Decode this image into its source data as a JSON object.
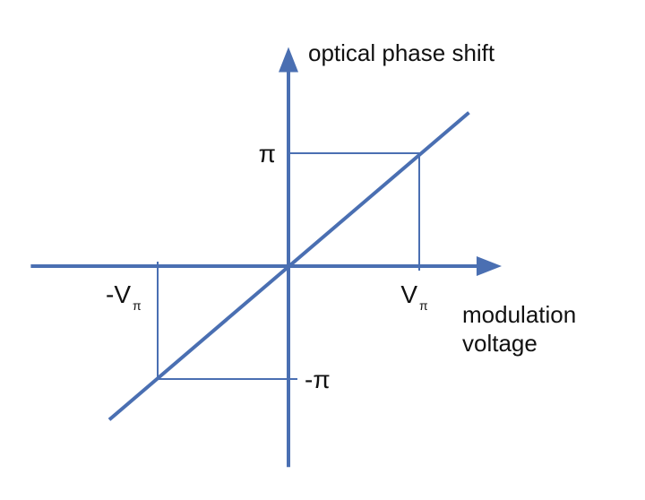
{
  "chart_data": {
    "type": "line",
    "ylabel": "optical phase shift",
    "xlabel_lines": [
      "modulation",
      "voltage"
    ],
    "xlim": [
      -1.97,
      1.63
    ],
    "ylim": [
      -1.78,
      1.94
    ],
    "x_ticks": [
      {
        "value": -1,
        "main": "-V",
        "sub": "π"
      },
      {
        "value": 1,
        "main": "V",
        "sub": "π"
      }
    ],
    "y_ticks": [
      {
        "value": 1,
        "label": "π"
      },
      {
        "value": -1,
        "label": "-π"
      }
    ],
    "series": [
      {
        "x": [
          -1.37,
          1.38
        ],
        "y": [
          -1.36,
          1.36
        ]
      }
    ],
    "reference_lines": [
      {
        "x": [
          0,
          1,
          1
        ],
        "y": [
          1,
          1,
          0
        ]
      },
      {
        "x": [
          -1,
          -1,
          0
        ],
        "y": [
          0,
          -1,
          -1
        ]
      }
    ],
    "colors": {
      "axis": "#4a6fb2",
      "line": "#4a6fb2",
      "guide": "#4a6fb2"
    }
  }
}
